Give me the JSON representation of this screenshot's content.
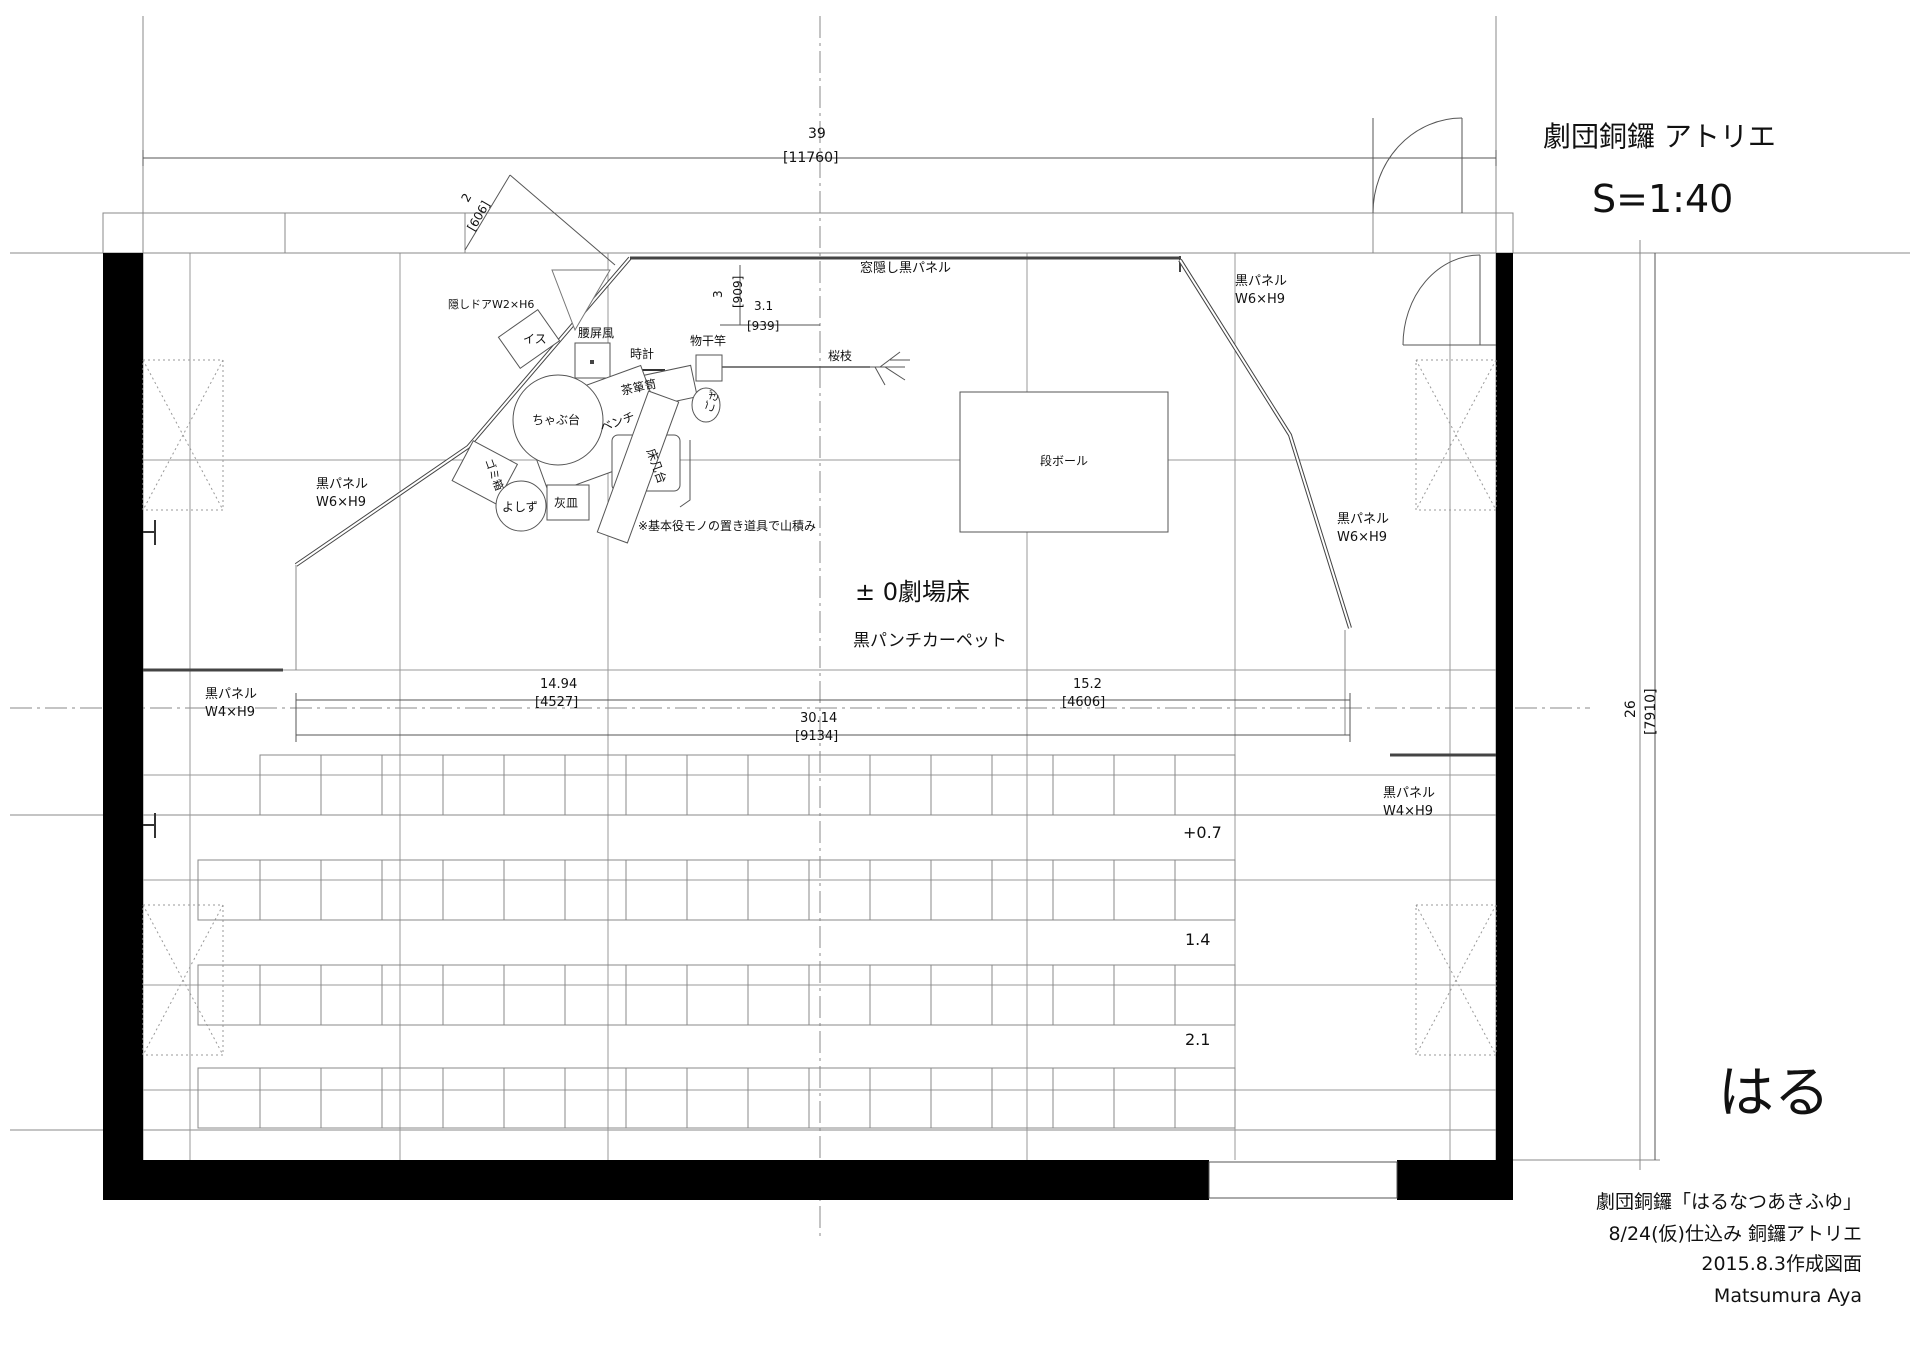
{
  "header": {
    "title": "劇団銅鑼 アトリエ",
    "scale": "S=1:40"
  },
  "dimensions": {
    "width_total": "39",
    "width_total_mm": "[11760]",
    "depth_total": "26",
    "depth_total_mm": "[7910]",
    "door_diag": "2",
    "door_diag_mm": "[606]",
    "win_drop": "3",
    "win_drop_mm": "[909]",
    "win_off": "3.1",
    "win_off_mm": "[939]",
    "left_span": "14.94",
    "left_span_mm": "[4527]",
    "right_span": "15.2",
    "right_span_mm": "[4606]",
    "stage_span": "30.14",
    "stage_span_mm": "[9134]"
  },
  "labels": {
    "hidden_door": "隠しドアW2×H6",
    "chair": "イス",
    "koshi_byobu": "腰屏風",
    "clock": "時計",
    "monohoshi": "物干竿",
    "sakura": "桜枝",
    "window_panel": "窓隠し黒パネル",
    "chabudai": "ちゃぶ台",
    "chadansu": "茶箪笥",
    "goza": "ござ",
    "bench": "ベンチ",
    "gomibako": "ゴミ箱",
    "tokonoma": "床几台",
    "yoshizu": "よしず",
    "haizara": "灰皿",
    "props_note": "※基本役モノの置き道具で山積み",
    "cardboard": "段ボール",
    "floor_level": "± 0劇場床",
    "carpet": "黒パンチカーペット",
    "panel_left_upper": "黒パネル",
    "panel_left_upper_size": "W6×H9",
    "panel_right_upper": "黒パネル",
    "panel_right_upper_size": "W6×H9",
    "panel_right_mid": "黒パネル",
    "panel_right_mid_size": "W6×H9",
    "panel_left_lower": "黒パネル",
    "panel_left_lower_size": "W4×H9",
    "panel_right_lower": "黒パネル",
    "panel_right_lower_size": "W4×H9",
    "riser_1": "+0.7",
    "riser_2": "1.4",
    "riser_3": "2.1"
  },
  "footer": {
    "play_title": "はる",
    "line1": "劇団銅鑼「はるなつあきふゆ」",
    "line2": "8/24(仮)仕込み 銅鑼アトリエ",
    "line3": "2015.8.3作成図面",
    "author": "Matsumura Aya"
  }
}
